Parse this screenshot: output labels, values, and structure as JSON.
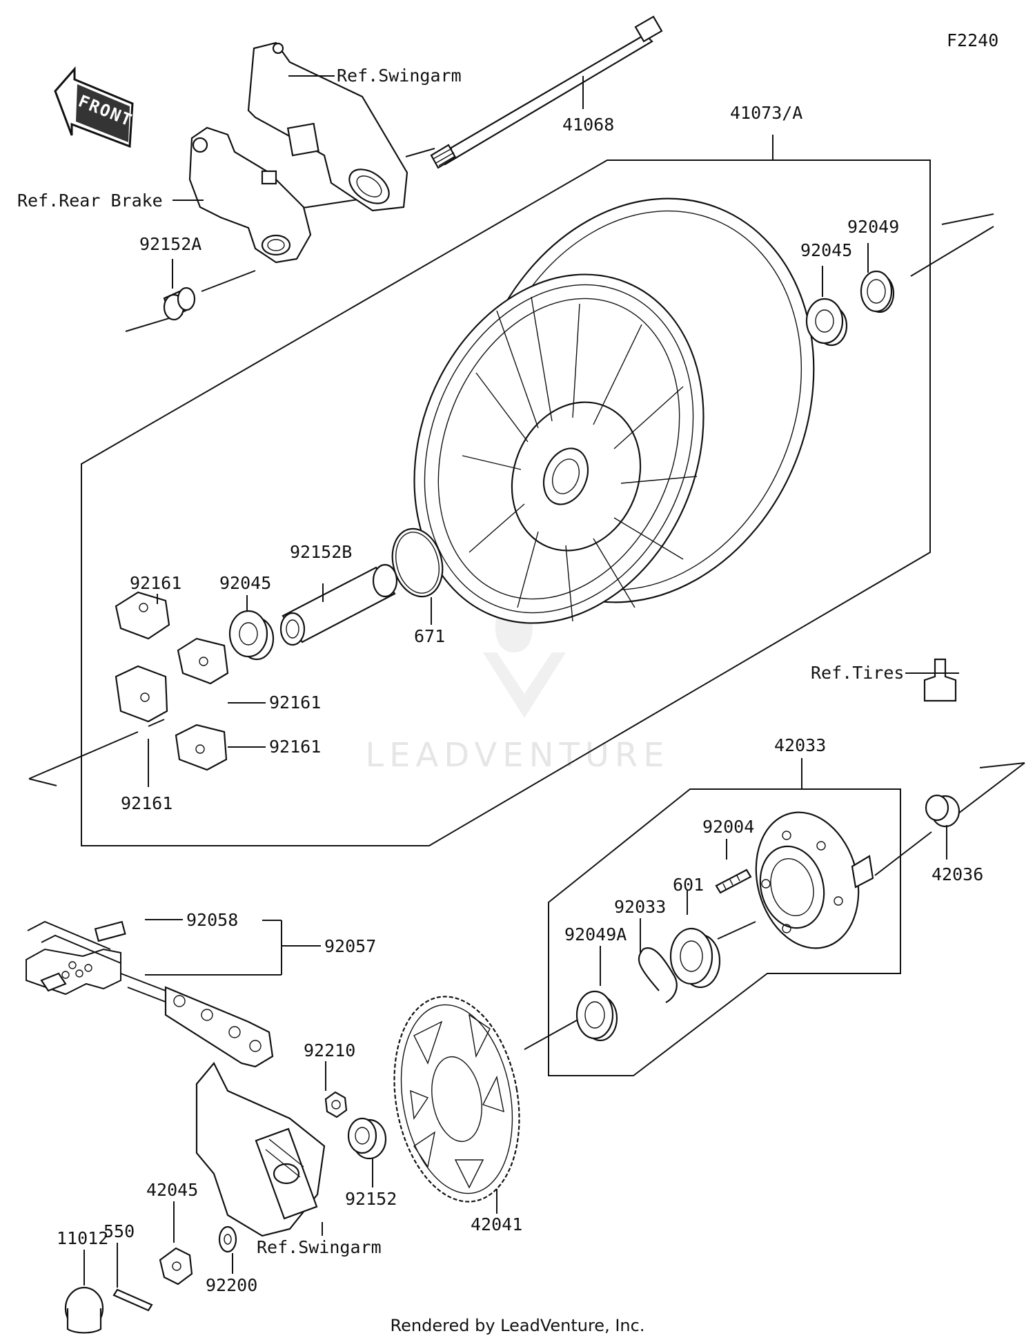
{
  "diagram": {
    "code": "F2240",
    "front_label": "FRONT",
    "watermark": "LEADVENTURE",
    "footer": "Rendered by LeadVenture, Inc."
  },
  "labels": {
    "ref_swingarm_top": "Ref.Swingarm",
    "p41068": "41068",
    "p41073a": "41073/A",
    "ref_rear_brake": "Ref.Rear Brake",
    "p92152a": "92152A",
    "p92049": "92049",
    "p92045_right": "92045",
    "p92152b": "92152B",
    "p92161_a": "92161",
    "p92045_left": "92045",
    "p671": "671",
    "p92161_b": "92161",
    "p92161_c": "92161",
    "p92161_d": "92161",
    "ref_tires": "Ref.Tires",
    "p42033": "42033",
    "p92004": "92004",
    "p42036": "42036",
    "p601": "601",
    "p92033": "92033",
    "p92049a": "92049A",
    "p92058": "92058",
    "p92057": "92057",
    "p92210": "92210",
    "p42045": "42045",
    "p550": "550",
    "p11012": "11012",
    "p92152": "92152",
    "p42041": "42041",
    "p92200": "92200",
    "ref_swingarm_bottom": "Ref.Swingarm"
  }
}
